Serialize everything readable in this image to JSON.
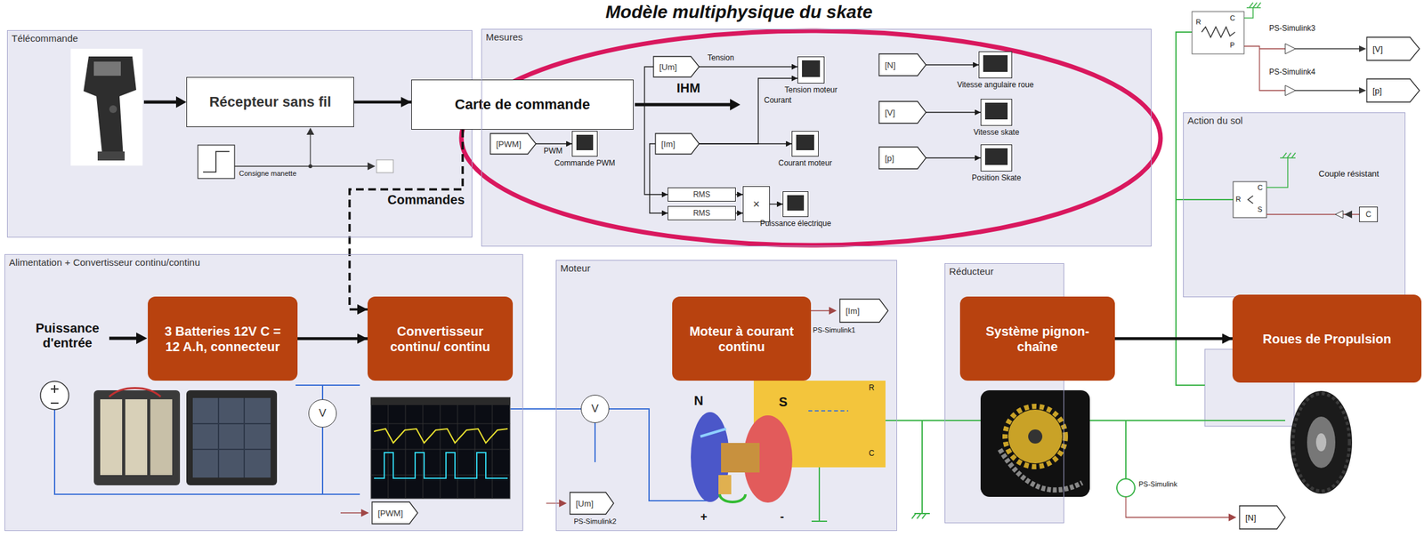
{
  "diagram": {
    "title": "Modèle multiphysique du skate",
    "nodes": [
      {
        "text": [
          "Télécommande"
        ]
      },
      {
        "text": [
          "Récepteur sans fil"
        ],
        "in": 0
      },
      {
        "text": [
          "Carte de commande"
        ]
      },
      {
        "text": [
          "Mesures"
        ]
      },
      {
        "text": [
          "[Um]"
        ],
        "in": 3
      },
      {
        "text": [
          "[PWM]"
        ],
        "in": 3
      },
      {
        "text": [
          "Tension moteur"
        ],
        "in": 3
      },
      {
        "text": [
          "[Im]"
        ],
        "in": 3
      },
      {
        "text": [
          "Commande PWM"
        ],
        "in": 3
      },
      {
        "text": [
          "Courant moteur"
        ],
        "in": 3
      },
      {
        "text": [
          "RMS"
        ],
        "in": 3
      },
      {
        "text": [
          "RMS"
        ],
        "in": 3
      },
      {
        "text": [
          "×"
        ],
        "in": 3
      },
      {
        "text": [
          "Puissance électrique"
        ],
        "in": 3
      },
      {
        "text": [
          "[N]"
        ],
        "in": 3
      },
      {
        "text": [
          "Vitesse angulaire roue"
        ],
        "in": 3
      },
      {
        "text": [
          "[V]"
        ],
        "in": 3
      },
      {
        "text": [
          "Vitesse skate"
        ],
        "in": 3
      },
      {
        "text": [
          "[p]"
        ],
        "in": 3
      },
      {
        "text": [
          "Position Skate"
        ],
        "in": 3
      },
      {
        "text": [
          "[V]"
        ]
      },
      {
        "text": [
          "[p]"
        ]
      },
      {
        "text": [
          "Action du sol"
        ]
      },
      {
        "text": [
          "C"
        ],
        "in": 22
      },
      {
        "text": [
          "Alimentation + Convertisseur continu/continu"
        ]
      },
      {
        "text": [
          "3 Batteries 12V C = 12 A.h, connecteur"
        ],
        "in": 24
      },
      {
        "text": [
          "Convertisseur continu/ continu"
        ],
        "in": 24
      },
      {
        "text": [
          "V"
        ],
        "in": 24
      },
      {
        "text": [
          "[PWM]"
        ],
        "in": 24
      },
      {
        "text": [
          "Moteur"
        ]
      },
      {
        "text": [
          "Moteur à courant continu"
        ],
        "in": 29
      },
      {
        "text": [
          "[Im]"
        ],
        "in": 29
      },
      {
        "text": [
          "V"
        ],
        "in": 29
      },
      {
        "text": [
          "[Um]"
        ],
        "in": 29
      },
      {
        "text": [
          "Réducteur"
        ]
      },
      {
        "text": [
          "Système pignon-chaîne"
        ],
        "in": 34
      },
      {
        "text": [
          "Roues de Propulsion"
        ]
      },
      {
        "text": [
          "[N]"
        ]
      }
    ],
    "edges": [
      {
        "from": 1,
        "to": 2,
        "arrow": "to"
      },
      {
        "from": 2,
        "to": 26,
        "arrow": "to",
        "label": "Commandes"
      },
      {
        "from": 4,
        "to": 6,
        "arrow": "to",
        "label": "Tension"
      },
      {
        "from": 7,
        "to": 6,
        "arrow": "to",
        "label": "Courant"
      },
      {
        "from": 7,
        "to": 9,
        "arrow": "to"
      },
      {
        "from": 5,
        "to": 8,
        "arrow": "to",
        "label": "PWM"
      },
      {
        "from": 4,
        "to": 10,
        "arrow": "to"
      },
      {
        "from": 7,
        "to": 11,
        "arrow": "to"
      },
      {
        "from": 10,
        "to": 12,
        "arrow": "to"
      },
      {
        "from": 11,
        "to": 12,
        "arrow": "to"
      },
      {
        "from": 12,
        "to": 13,
        "arrow": "to"
      },
      {
        "from": 14,
        "to": 15,
        "arrow": "to"
      },
      {
        "from": 16,
        "to": 17,
        "arrow": "to"
      },
      {
        "from": 18,
        "to": 19,
        "arrow": "to"
      },
      {
        "from": 25,
        "to": 26,
        "arrow": "to"
      },
      {
        "from": 35,
        "to": 36,
        "arrow": "to"
      }
    ],
    "labels": [
      "IHM",
      "Consigne manette",
      "Puissance d'entrée",
      "PS-Simulink3",
      "PS-Simulink4",
      "R",
      "C",
      "P",
      "Couple résistant",
      "R",
      "C",
      "S",
      "N",
      "S",
      "+",
      "-",
      "R",
      "C",
      "PS-Simulink1",
      "PS-Simulink2",
      "PS-Simulink"
    ]
  }
}
